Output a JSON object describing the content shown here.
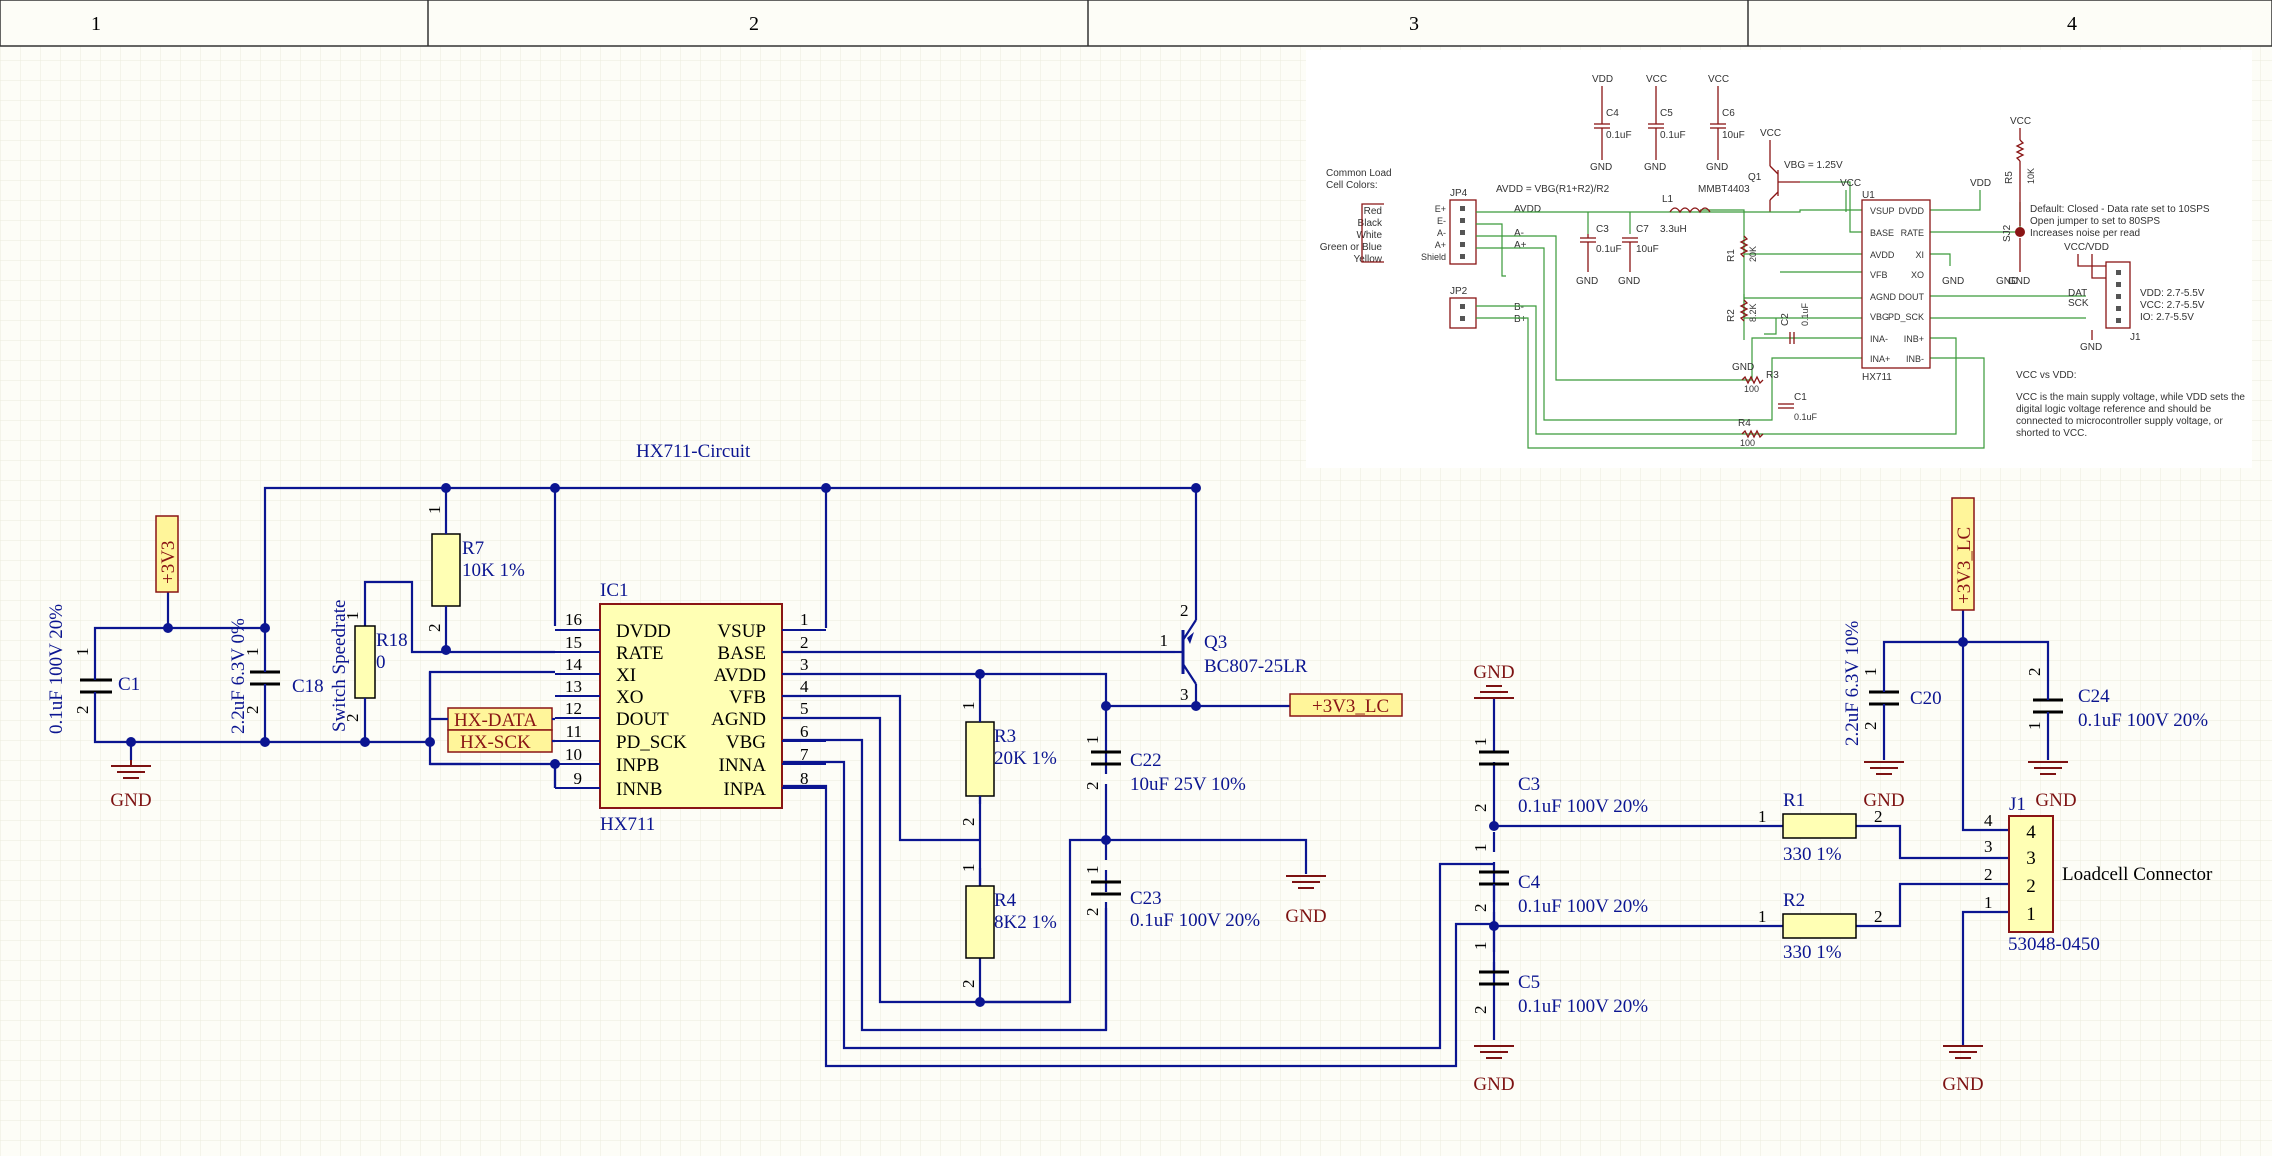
{
  "zones": [
    "1",
    "2",
    "3",
    "4"
  ],
  "sheet_title": "HX711-Circuit",
  "ic1": {
    "ref": "IC1",
    "value": "HX711",
    "left_pins": [
      {
        "num": "16",
        "name": "DVDD"
      },
      {
        "num": "15",
        "name": "RATE"
      },
      {
        "num": "14",
        "name": "XI"
      },
      {
        "num": "13",
        "name": "XO"
      },
      {
        "num": "12",
        "name": "DOUT"
      },
      {
        "num": "11",
        "name": "PD_SCK"
      },
      {
        "num": "10",
        "name": "INPB"
      },
      {
        "num": "9",
        "name": "INNB"
      }
    ],
    "right_pins": [
      {
        "num": "1",
        "name": "VSUP"
      },
      {
        "num": "2",
        "name": "BASE"
      },
      {
        "num": "3",
        "name": "AVDD"
      },
      {
        "num": "4",
        "name": "VFB"
      },
      {
        "num": "5",
        "name": "AGND"
      },
      {
        "num": "6",
        "name": "VBG"
      },
      {
        "num": "7",
        "name": "INNA"
      },
      {
        "num": "8",
        "name": "INPA"
      }
    ]
  },
  "c1": {
    "ref": "C1",
    "value": "0.1uF 100V 20%"
  },
  "c18": {
    "ref": "C18",
    "value": "2.2uF 6.3V 0%"
  },
  "r18": {
    "ref": "R18",
    "value": "0",
    "note": "Switch Speedrate"
  },
  "r7": {
    "ref": "R7",
    "value": "10K 1%"
  },
  "r3": {
    "ref": "R3",
    "value": "20K 1%"
  },
  "r4": {
    "ref": "R4",
    "value": "8K2 1%"
  },
  "c22": {
    "ref": "C22",
    "value": "10uF 25V 10%"
  },
  "c23": {
    "ref": "C23",
    "value": "0.1uF 100V 20%"
  },
  "q3": {
    "ref": "Q3",
    "value": "BC807-25LR"
  },
  "c3": {
    "ref": "C3",
    "value": "0.1uF 100V 20%"
  },
  "c4": {
    "ref": "C4",
    "value": "0.1uF 100V 20%"
  },
  "c5": {
    "ref": "C5",
    "value": "0.1uF 100V 20%"
  },
  "r1": {
    "ref": "R1",
    "value": "330 1%"
  },
  "r2": {
    "ref": "R2",
    "value": "330 1%"
  },
  "c20": {
    "ref": "C20",
    "value": "2.2uF 6.3V 10%"
  },
  "c24": {
    "ref": "C24",
    "value": "0.1uF 100V 20%"
  },
  "j1": {
    "ref": "J1",
    "value": "53048-0450",
    "description": "Loadcell Connector",
    "pins": [
      "4",
      "3",
      "2",
      "1"
    ]
  },
  "nets": {
    "v3v3": "+3V3",
    "v3v3_lc": "+3V3_LC",
    "hx_data": "HX-DATA",
    "hx_sck": "HX-SCK",
    "gnd": "GND"
  },
  "pin_numbers": {
    "one": "1",
    "two": "2",
    "three": "3"
  },
  "reference": {
    "vdd": "VDD",
    "vcc": "VCC",
    "gnd": "GND",
    "c4": "C4",
    "c4v": "0.1uF",
    "c5": "C5",
    "c5v": "0.1uF",
    "c6": "C6",
    "c6v": "10uF",
    "q1": "Q1",
    "q1v": "MMBT4403",
    "vbg": "VBG = 1.25V",
    "common_title": "Common Load",
    "common_title2": "Cell Colors:",
    "colors": [
      "Red",
      "Black",
      "White",
      "Green or Blue",
      "Yellow"
    ],
    "jp4": "JP4",
    "jp4_sig": [
      "E+",
      "E-",
      "A-",
      "A+",
      "Shield"
    ],
    "avdd_eq": "AVDD = VBG(R1+R2)/R2",
    "avdd": "AVDD",
    "l1": "L1",
    "l1v": "3.3uH",
    "c3": "C3",
    "c3v": "0.1uF",
    "c7": "C7",
    "c7v": "10uF",
    "r1": "R1",
    "r1v": "20K",
    "r2": "R2",
    "r2v": "8.2K",
    "c2": "C2",
    "c2v": "0.1uF",
    "r3": "R3",
    "r3v": "100",
    "r4": "R4",
    "r4v": "100",
    "c1": "C1",
    "c1v": "0.1uF",
    "jp2": "JP2",
    "a_minus": "A-",
    "a_plus": "A+",
    "b_minus": "B-",
    "b_plus": "B+",
    "u1": "U1",
    "u1v": "HX711",
    "u1_left": [
      "VSUP",
      "BASE",
      "AVDD",
      "VFB",
      "AGND",
      "VBG",
      "INA-",
      "INA+"
    ],
    "u1_right": [
      "DVDD",
      "RATE",
      "XI",
      "XO",
      "DOUT",
      "PD_SCK",
      "INB+",
      "INB-"
    ],
    "r5": "R5",
    "r5v": "10K",
    "sj2": "SJ2",
    "default_note": [
      "Default: Closed - Data rate set to 10SPS",
      "Open jumper to set to 80SPS",
      "Increases noise per read"
    ],
    "vccvdd": "VCC/VDD",
    "j1": "J1",
    "j1_sig": [
      "DAT",
      "SCK"
    ],
    "vdd_range": [
      "VDD: 2.7-5.5V",
      "VCC: 2.7-5.5V",
      "IO: 2.7-5.5V"
    ],
    "vcc_vs_vdd": "VCC vs VDD:",
    "vcc_note": [
      "VCC is the main supply voltage, while VDD sets the",
      "digital logic voltage reference and should be",
      "connected to microcontroller supply voltage, or",
      "shorted to VCC."
    ]
  }
}
